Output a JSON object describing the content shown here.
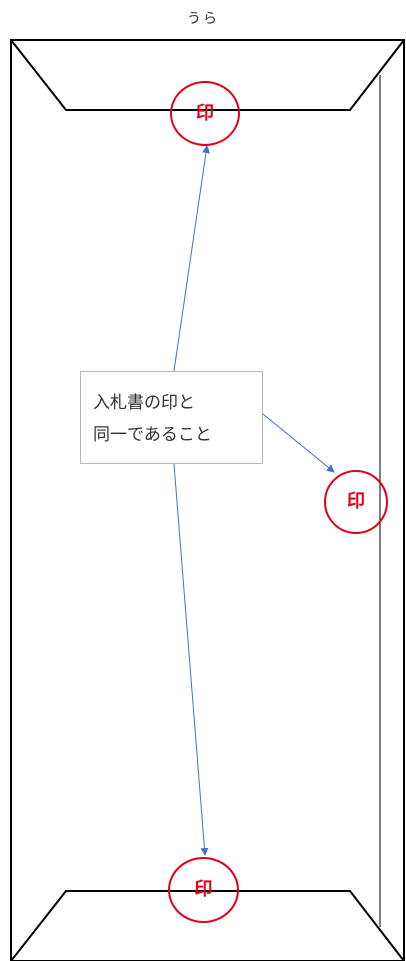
{
  "page_label": "うら",
  "note": {
    "line1": "入札書の印と",
    "line2": "同一であること"
  },
  "seals": {
    "top": "印",
    "right": "印",
    "bottom": "印"
  },
  "colors": {
    "seal": "#e0001a",
    "arrow": "#4472c4",
    "outline": "#000000",
    "note_border": "#b7b7b7"
  }
}
